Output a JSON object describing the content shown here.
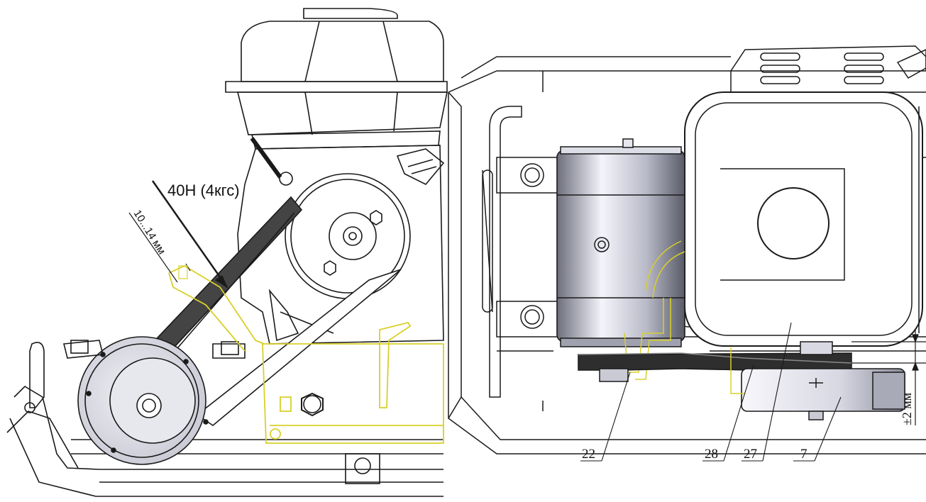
{
  "left_panel": {
    "force_label": "40Н (4кгс)",
    "deflection_label": "10...14 мм"
  },
  "right_panel": {
    "alignment_label": "±2 мм",
    "callouts": [
      "22",
      "28",
      "27",
      "7"
    ]
  },
  "colors": {
    "line": "#1a1a1a",
    "highlight": "#d8d02a",
    "metal_light": "#eef0f6",
    "metal_mid": "#a9aab8",
    "metal_dark": "#5f6070",
    "belt": "#333333"
  }
}
